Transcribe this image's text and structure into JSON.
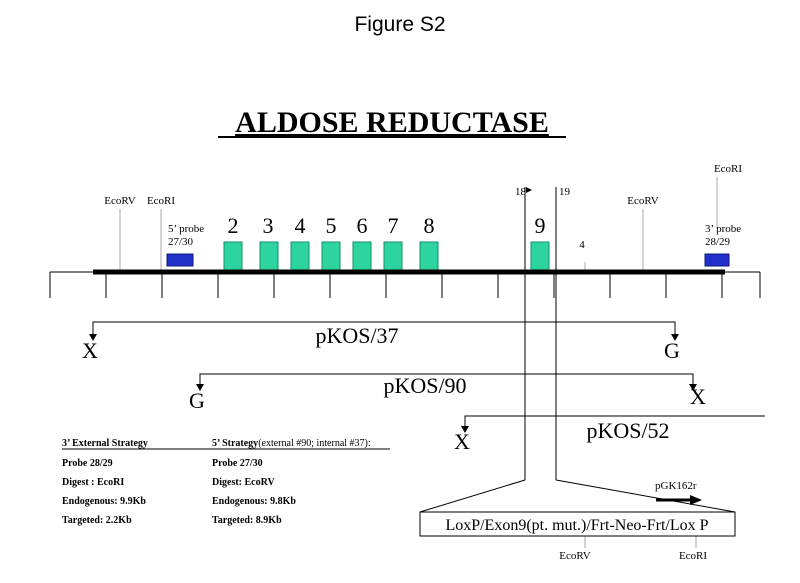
{
  "figure_label": "Figure S2",
  "title": "ALDOSE REDUCTASE",
  "colors": {
    "exon": "#2dd4a0",
    "exon_stroke": "#0f8f6a",
    "probe": "#1f2fc8",
    "line": "#000000",
    "guide": "#a8a8a8"
  },
  "sites": {
    "ecorv_left": "EcoRV",
    "ecori_left": "EcoRI",
    "ecorv_right": "EcoRV",
    "ecori_far_right": "EcoRI",
    "ecorv_bottom": "EcoRV",
    "ecori_bottom": "EcoRI"
  },
  "probe5": {
    "line1": "5’ probe",
    "line2": "27/30"
  },
  "probe3": {
    "line1": "3’ probe",
    "line2": "28/29"
  },
  "exons": [
    "2",
    "3",
    "4",
    "5",
    "6",
    "7",
    "8",
    "9"
  ],
  "small_label_4": "4",
  "primers": {
    "p18": "18",
    "p19": "19"
  },
  "constructs": {
    "pkos37": {
      "label": "pKOS/37",
      "left": "X",
      "right": "G"
    },
    "pkos90": {
      "label": "pKOS/90",
      "left": "G",
      "right": "X"
    },
    "pkos52": {
      "label": "pKOS/52",
      "left": "X"
    }
  },
  "cassette": {
    "label": "LoxP/Exon9(pt. mut.)/Frt-Neo-Frt/Lox P",
    "pgk": "pGK162r"
  },
  "strategy3": {
    "heading": "3’ External Strategy",
    "probe": "Probe 28/29",
    "digest": "Digest : EcoRI",
    "endogenous": "Endogenous: 9.9Kb",
    "targeted": "Targeted: 2.2Kb"
  },
  "strategy5": {
    "heading": "5’ Strategy",
    "heading_note": "(external #90; internal #37):",
    "probe": "Probe 27/30",
    "digest": "Digest: EcoRV",
    "endogenous": "Endogenous: 9.8Kb",
    "targeted": "Targeted: 8.9Kb"
  }
}
